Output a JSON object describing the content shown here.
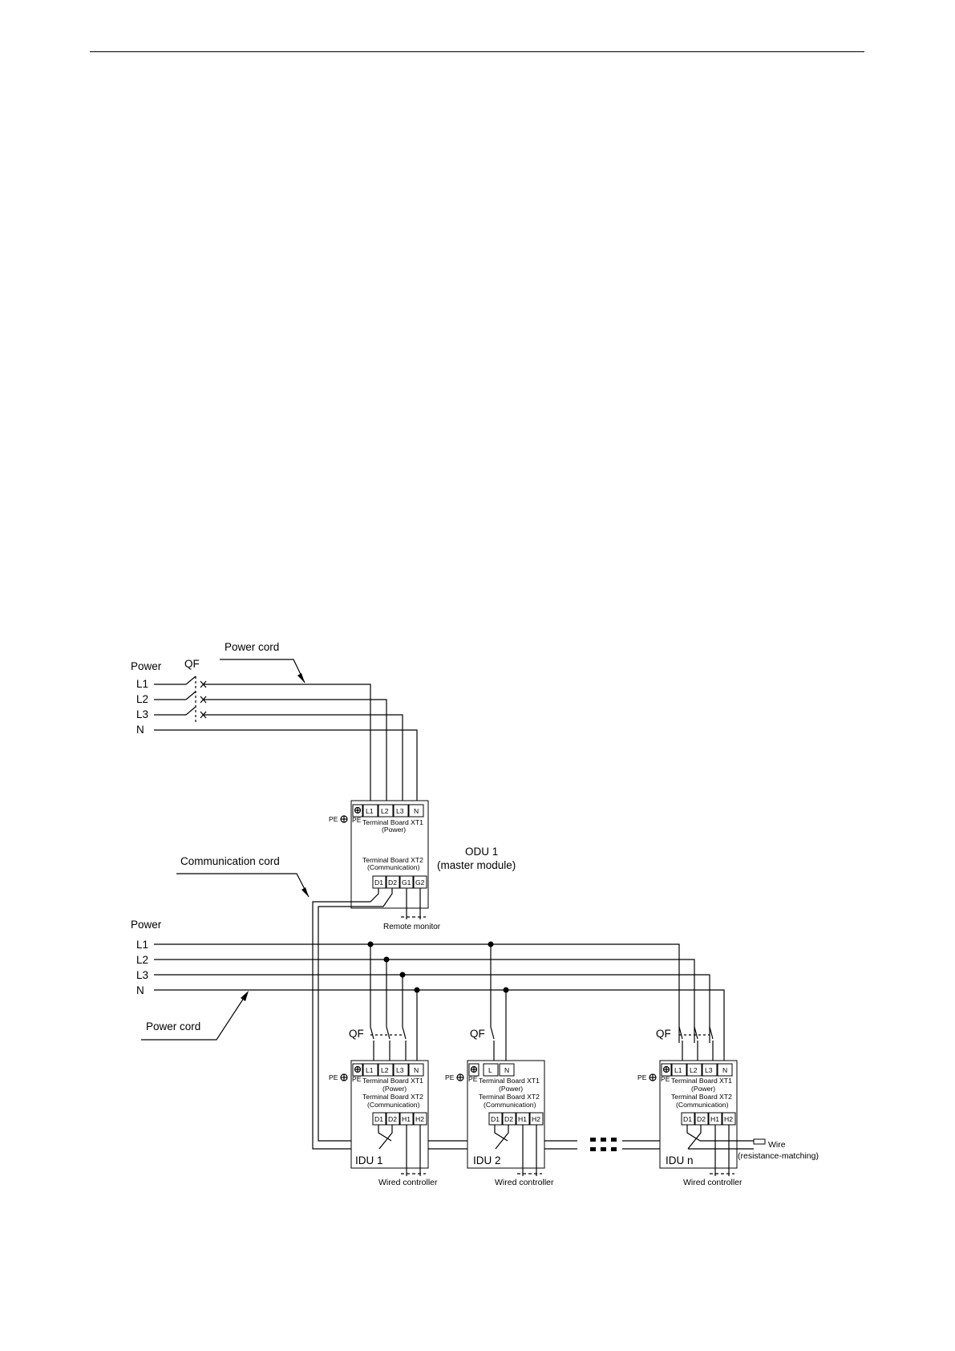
{
  "supply_top": {
    "power_label": "Power",
    "qf_label": "QF",
    "power_cord_label": "Power cord",
    "lines": [
      "L1",
      "L2",
      "L3",
      "N"
    ]
  },
  "odu": {
    "title": "ODU 1",
    "subtitle": "(master module)",
    "pe_label": "PE",
    "pe_tag": "PE",
    "xt1_title": "Terminal Board XT1",
    "xt1_sub": "(Power)",
    "xt1_terminals": [
      "L1",
      "L2",
      "L3",
      "N"
    ],
    "xt2_title": "Terminal Board XT2",
    "xt2_sub": "(Communication)",
    "xt2_terminals": [
      "D1",
      "D2",
      "G1",
      "G2"
    ],
    "remote_monitor_label": "Remote monitor"
  },
  "communication_cord_label": "Communication cord",
  "supply_bottom": {
    "power_label": "Power",
    "power_cord_label": "Power cord",
    "lines": [
      "L1",
      "L2",
      "L3",
      "N"
    ]
  },
  "idus": [
    {
      "name": "IDU 1",
      "qf_label": "QF",
      "pe_label": "PE",
      "pe_tag": "PE",
      "xt1_title": "Terminal Board XT1",
      "xt1_sub": "(Power)",
      "xt1_terminals": [
        "L1",
        "L2",
        "L3",
        "N"
      ],
      "xt2_title": "Terminal Board XT2",
      "xt2_sub": "(Communication)",
      "xt2_terminals": [
        "D1",
        "D2",
        "H1",
        "H2"
      ],
      "wired_controller_label": "Wired controller"
    },
    {
      "name": "IDU 2",
      "qf_label": "QF",
      "pe_label": "PE",
      "pe_tag": "PE",
      "xt1_title": "Terminal Board XT1",
      "xt1_sub": "(Power)",
      "xt1_terminals": [
        "L",
        "N"
      ],
      "xt2_title": "Terminal Board XT2",
      "xt2_sub": "(Communication)",
      "xt2_terminals": [
        "D1",
        "D2",
        "H1",
        "H2"
      ],
      "wired_controller_label": "Wired controller"
    },
    {
      "name": "IDU n",
      "qf_label": "QF",
      "pe_label": "PE",
      "pe_tag": "PE",
      "xt1_title": "Terminal Board XT1",
      "xt1_sub": "(Power)",
      "xt1_terminals": [
        "L1",
        "L2",
        "L3",
        "N"
      ],
      "xt2_title": "Terminal Board XT2",
      "xt2_sub": "(Communication)",
      "xt2_terminals": [
        "D1",
        "D2",
        "H1",
        "H2"
      ],
      "wired_controller_label": "Wired controller"
    }
  ],
  "wire_label": "Wire",
  "wire_sub_label": "(resistance-matching)"
}
